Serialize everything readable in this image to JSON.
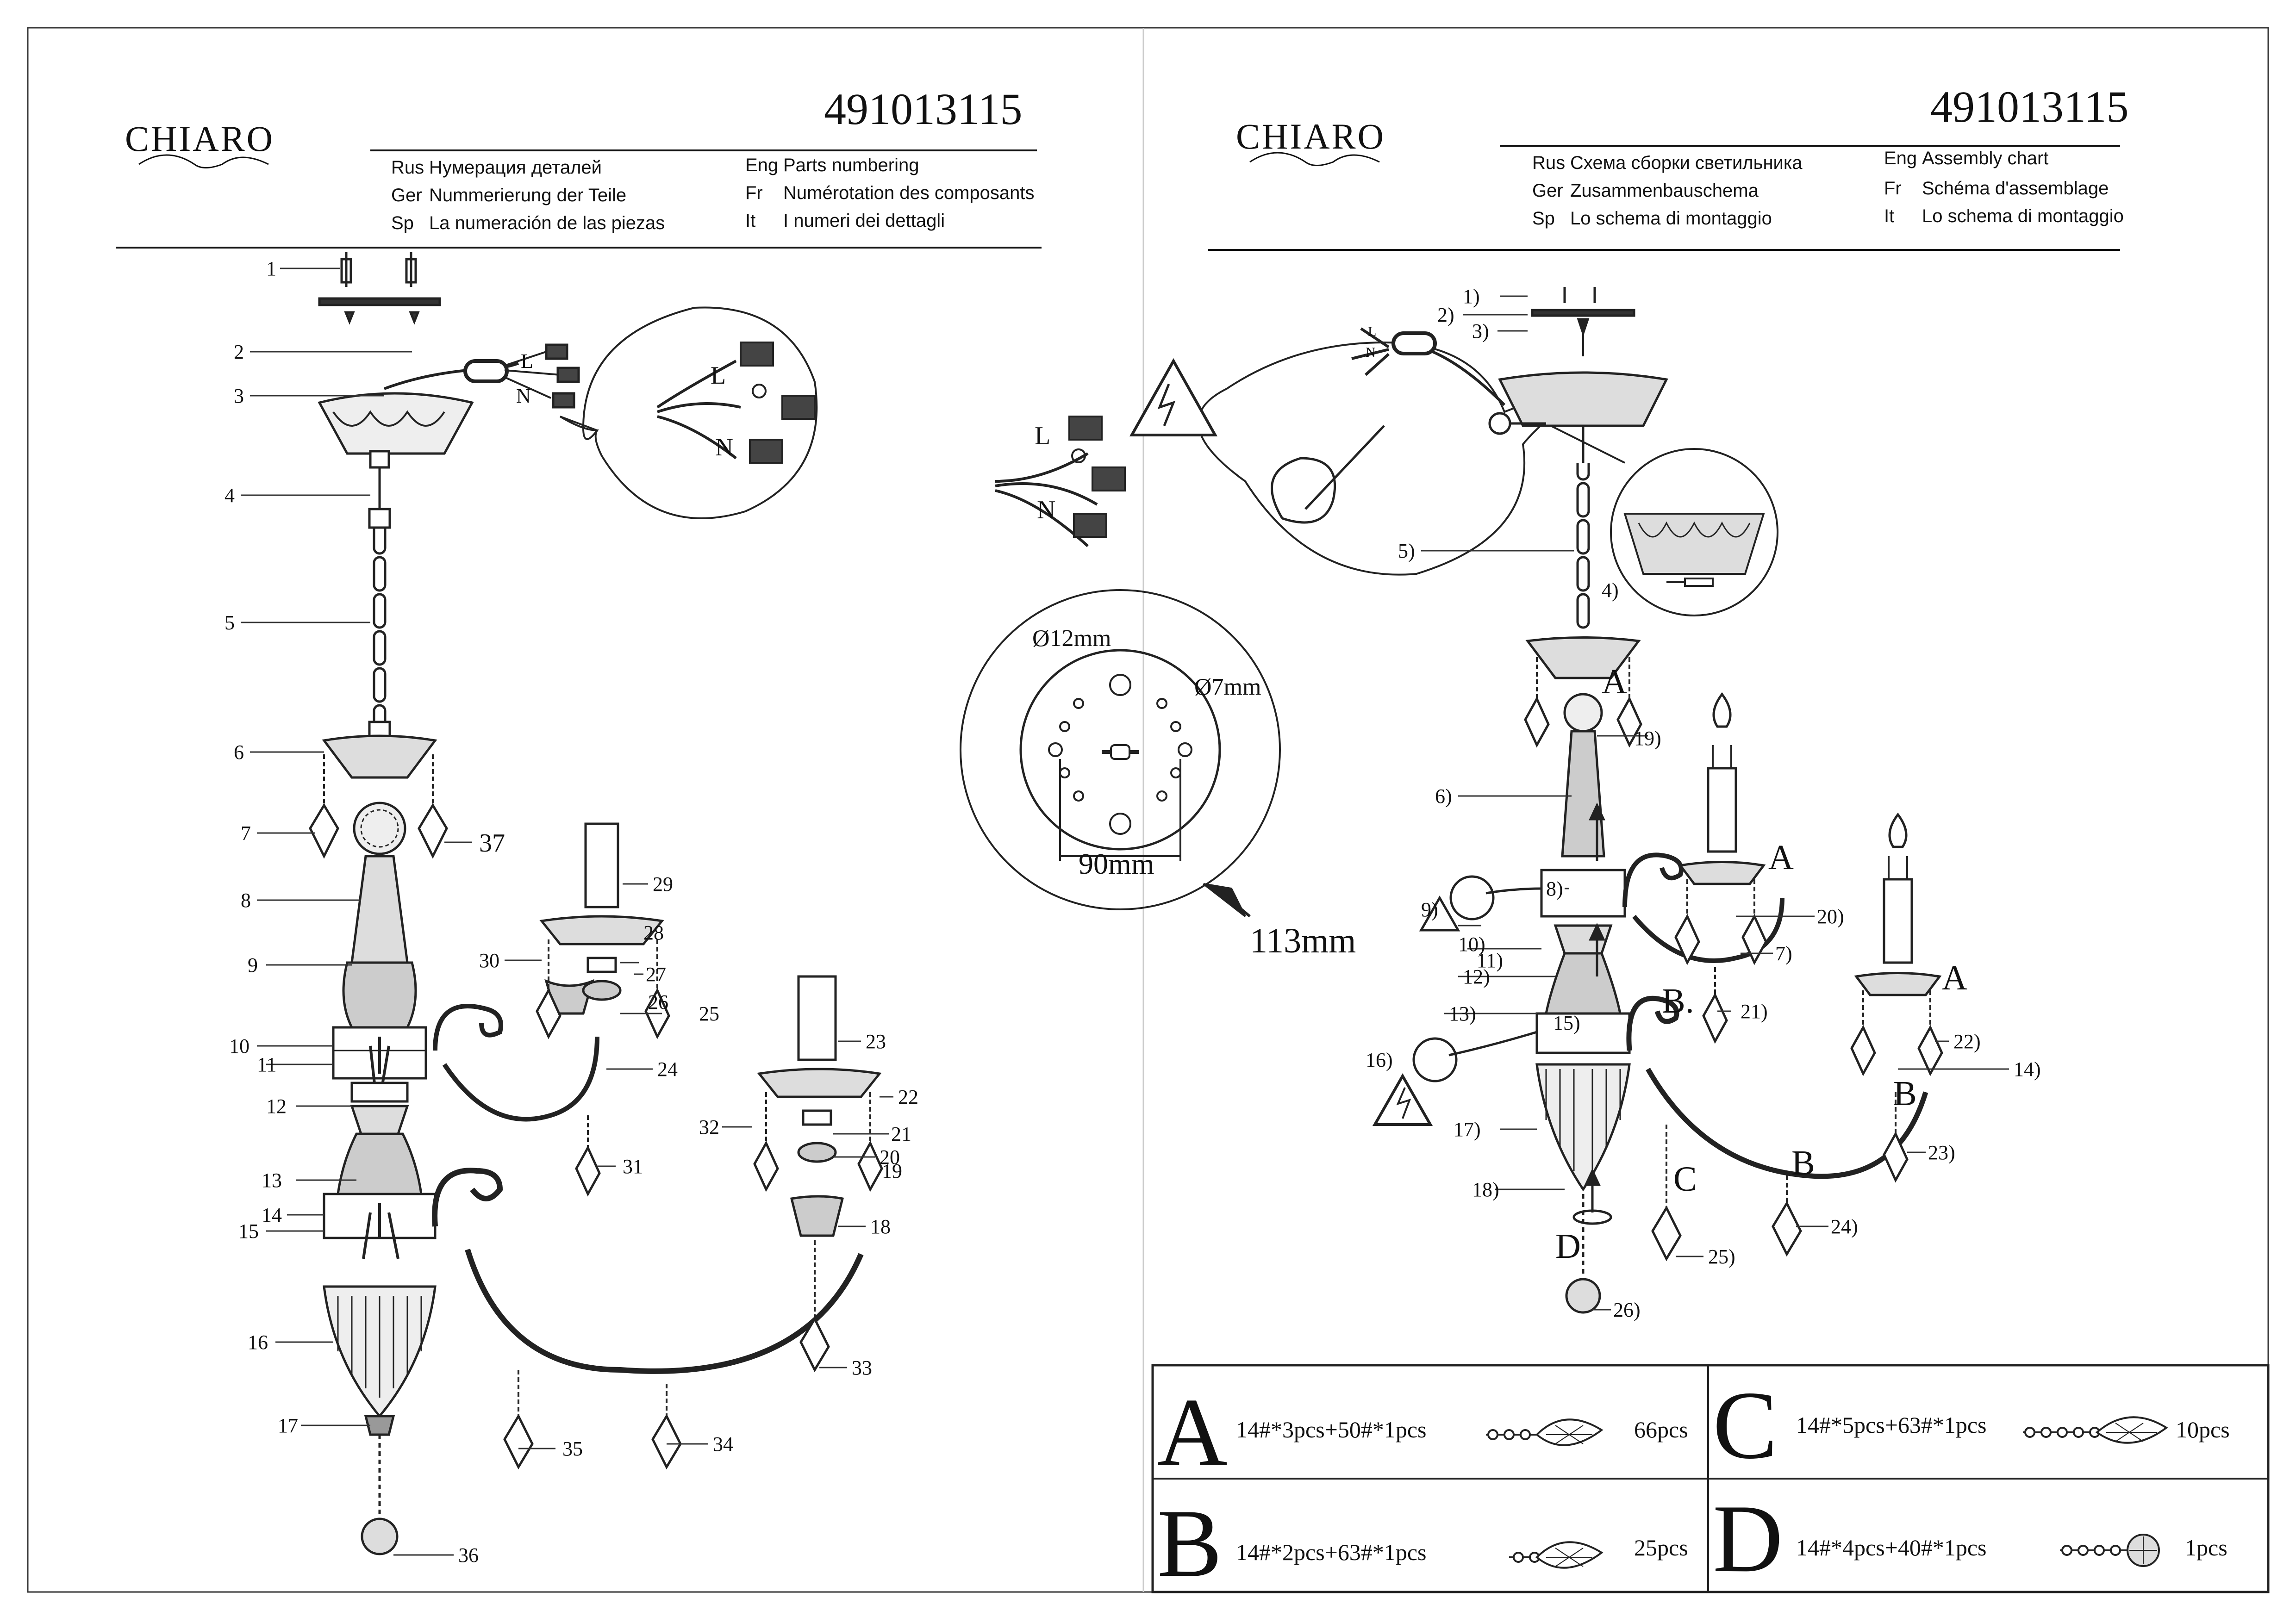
{
  "left_sheet": {
    "brand": "CHIARO",
    "code": "491013115",
    "languages": [
      {
        "code": "Rus",
        "text": "Нумерация деталей"
      },
      {
        "code": "Ger",
        "text": "Nummerierung der Teile"
      },
      {
        "code": "Sp",
        "text": "La numeración de las piezas"
      },
      {
        "code": "Eng",
        "text": "Parts numbering"
      },
      {
        "code": "Fr",
        "text": "Numérotation des composants"
      },
      {
        "code": "It",
        "text": "I numeri dei dettagli"
      }
    ],
    "wire_labels": {
      "L": "L",
      "N": "N"
    },
    "part_numbers": [
      "1",
      "2",
      "3",
      "4",
      "5",
      "6",
      "7",
      "8",
      "9",
      "10",
      "11",
      "12",
      "13",
      "14",
      "15",
      "16",
      "17",
      "18",
      "19",
      "20",
      "21",
      "22",
      "23",
      "24",
      "25",
      "26",
      "27",
      "28",
      "29",
      "30",
      "31",
      "32",
      "33",
      "34",
      "35",
      "36",
      "37"
    ]
  },
  "right_sheet": {
    "brand": "CHIARO",
    "code": "491013115",
    "languages": [
      {
        "code": "Rus",
        "text": "Схема сборки светильника"
      },
      {
        "code": "Ger",
        "text": "Zusammenbauschema"
      },
      {
        "code": "Sp",
        "text": "Lo schema di montaggio"
      },
      {
        "code": "Eng",
        "text": "Assembly chart"
      },
      {
        "code": "Fr",
        "text": "Schéma d'assemblage"
      },
      {
        "code": "It",
        "text": "Lo schema di montaggio"
      }
    ],
    "wire_labels": {
      "L": "L",
      "N": "N"
    },
    "mounting": {
      "hole_large": "Ø12mm",
      "hole_small": "Ø7mm",
      "spacing": "90mm",
      "diameter": "113mm"
    },
    "step_labels": [
      "1)",
      "2)",
      "3)",
      "4)",
      "5)",
      "6)",
      "7)",
      "8)",
      "9)",
      "10)",
      "11)",
      "12)",
      "13)",
      "14)",
      "15)",
      "16)",
      "17)",
      "18)",
      "19)",
      "20)",
      "21)",
      "22)",
      "23)",
      "24)",
      "25)",
      "26)"
    ],
    "group_letters": {
      "A": "A",
      "B": "B",
      "B_dot": "B.",
      "C": "C",
      "D": "D"
    }
  },
  "crystal_table": [
    {
      "letter": "A",
      "formula": "14#*3pcs+50#*1pcs",
      "qty": "66pcs"
    },
    {
      "letter": "B",
      "formula": "14#*2pcs+63#*1pcs",
      "qty": "25pcs"
    },
    {
      "letter": "C",
      "formula": "14#*5pcs+63#*1pcs",
      "qty": "10pcs"
    },
    {
      "letter": "D",
      "formula": "14#*4pcs+40#*1pcs",
      "qty": "1pcs"
    }
  ]
}
